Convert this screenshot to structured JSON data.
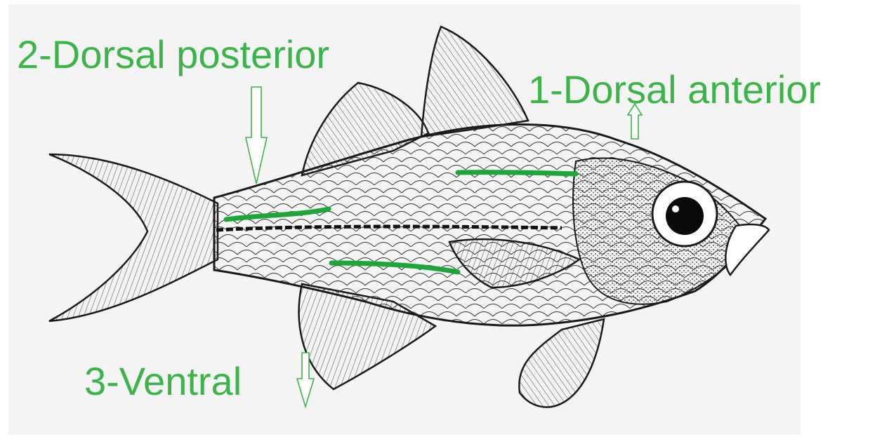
{
  "labels": {
    "dorsal_anterior": "1-Dorsal anterior",
    "dorsal_posterior": "2-Dorsal posterior",
    "ventral": "3-Ventral"
  },
  "colors": {
    "label_green": "#3cb44a",
    "marker_green": "#1fa63a",
    "ink": "#1a1a1a",
    "panel_bg": "#f4f4f4"
  }
}
